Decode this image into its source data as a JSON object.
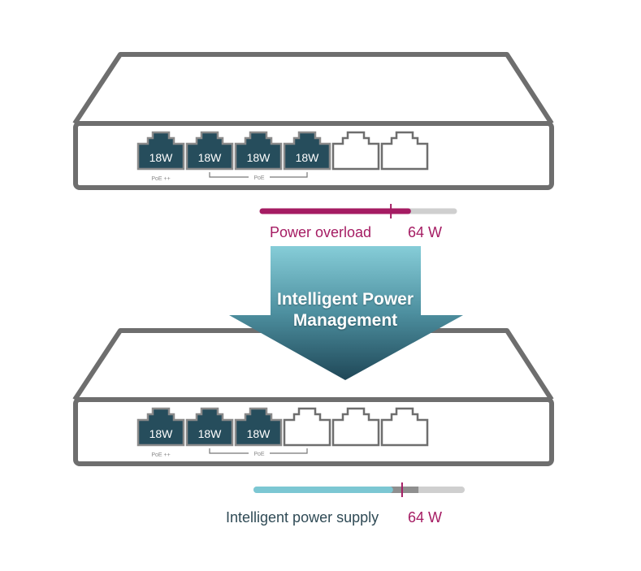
{
  "colors": {
    "outline": "#6e6e6e",
    "port_active": "#264d5c",
    "overload": "#a51c63",
    "intelligent": "#7cc7d3",
    "track": "#cfcfcf",
    "reserve": "#8f8f8f",
    "label_dark": "#2f4a55"
  },
  "top_switch": {
    "ports": [
      "18W",
      "18W",
      "18W",
      "18W",
      "",
      ""
    ],
    "poe_plus_label": "PoE ++",
    "poe_label": "PoE"
  },
  "top_bar": {
    "label": "Power overload",
    "value": "64 W",
    "fill_fraction": 0.76,
    "limit_fraction": 0.67
  },
  "arrow": {
    "line1": "Intelligent Power",
    "line2": "Management"
  },
  "bottom_switch": {
    "ports": [
      "18W",
      "18W",
      "18W",
      "",
      "",
      ""
    ],
    "poe_plus_label": "PoE ++",
    "poe_label": "PoE"
  },
  "bottom_bar": {
    "label": "Intelligent power supply",
    "value": "64 W",
    "fill_fraction": 0.65,
    "reserve_fraction": 0.79,
    "limit_fraction": 0.71
  }
}
